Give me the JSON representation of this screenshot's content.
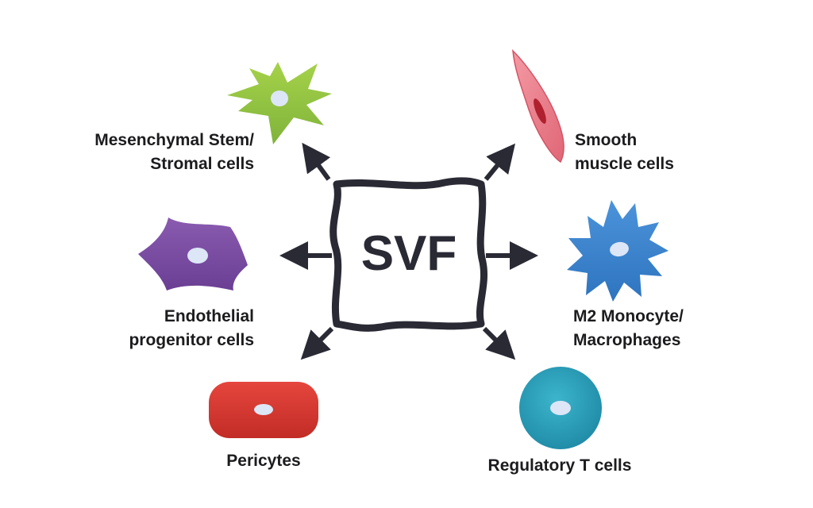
{
  "center": {
    "label": "SVF"
  },
  "cells": {
    "msc": {
      "lines": [
        "Mesenchymal Stem/",
        "Stromal cells"
      ],
      "color": "#8dc33f"
    },
    "smc": {
      "lines": [
        "Smooth",
        "muscle cells"
      ],
      "color": "#e8707f"
    },
    "epc": {
      "lines": [
        "Endothelial",
        "progenitor cells"
      ],
      "color": "#7b4ea0"
    },
    "m2": {
      "lines": [
        "M2 Monocyte/",
        "Macrophages"
      ],
      "color": "#3f86cf"
    },
    "peri": {
      "lines": [
        "Pericytes"
      ],
      "color": "#d93b33"
    },
    "treg": {
      "lines": [
        "Regulatory T cells"
      ],
      "color": "#2aa1bb"
    }
  },
  "colors": {
    "outline": "#2a2a35",
    "nucleus": "#dce6f7",
    "text": "#1c1c1f"
  }
}
